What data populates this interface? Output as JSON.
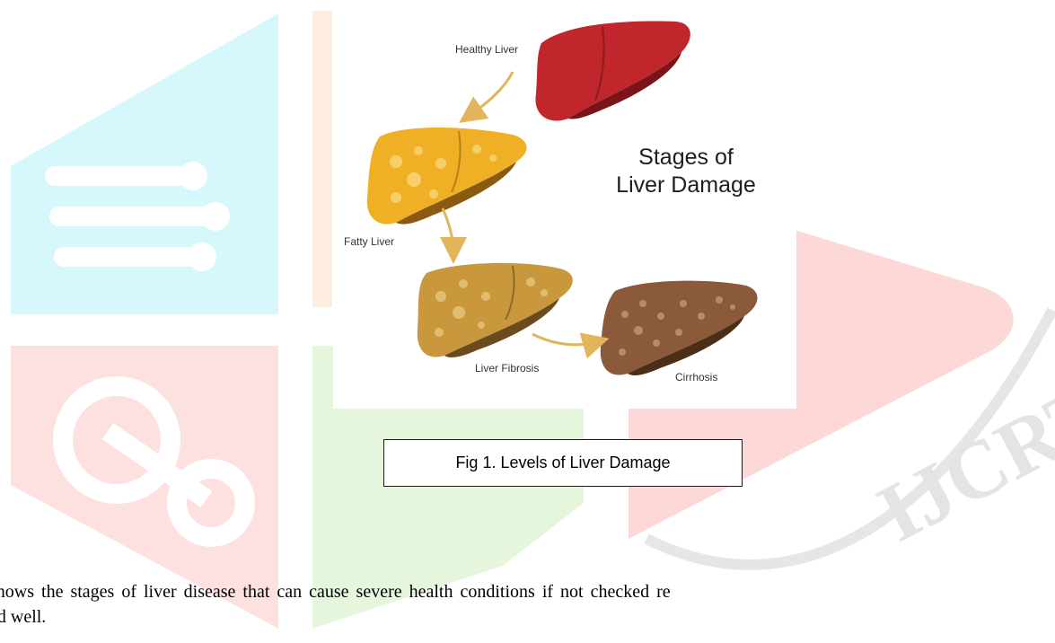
{
  "figure": {
    "title_line1": "Stages of",
    "title_line2": "Liver Damage",
    "stages": {
      "healthy": "Healthy Liver",
      "fatty": "Fatty Liver",
      "fibrosis": "Liver Fibrosis",
      "cirrhosis": "Cirrhosis"
    },
    "caption": "Fig 1. Levels of Liver Damage"
  },
  "body": {
    "line1": "shows the stages of liver disease that can cause severe health conditions if not checked re",
    "line2": "ed well."
  },
  "watermark": {
    "text": "IJCRT"
  },
  "colors": {
    "healthy": "#c0262b",
    "fatty": "#f0b025",
    "fibrosis": "#c9983c",
    "cirrhosis": "#8a5a3a",
    "arrow": "#e2b45b"
  }
}
